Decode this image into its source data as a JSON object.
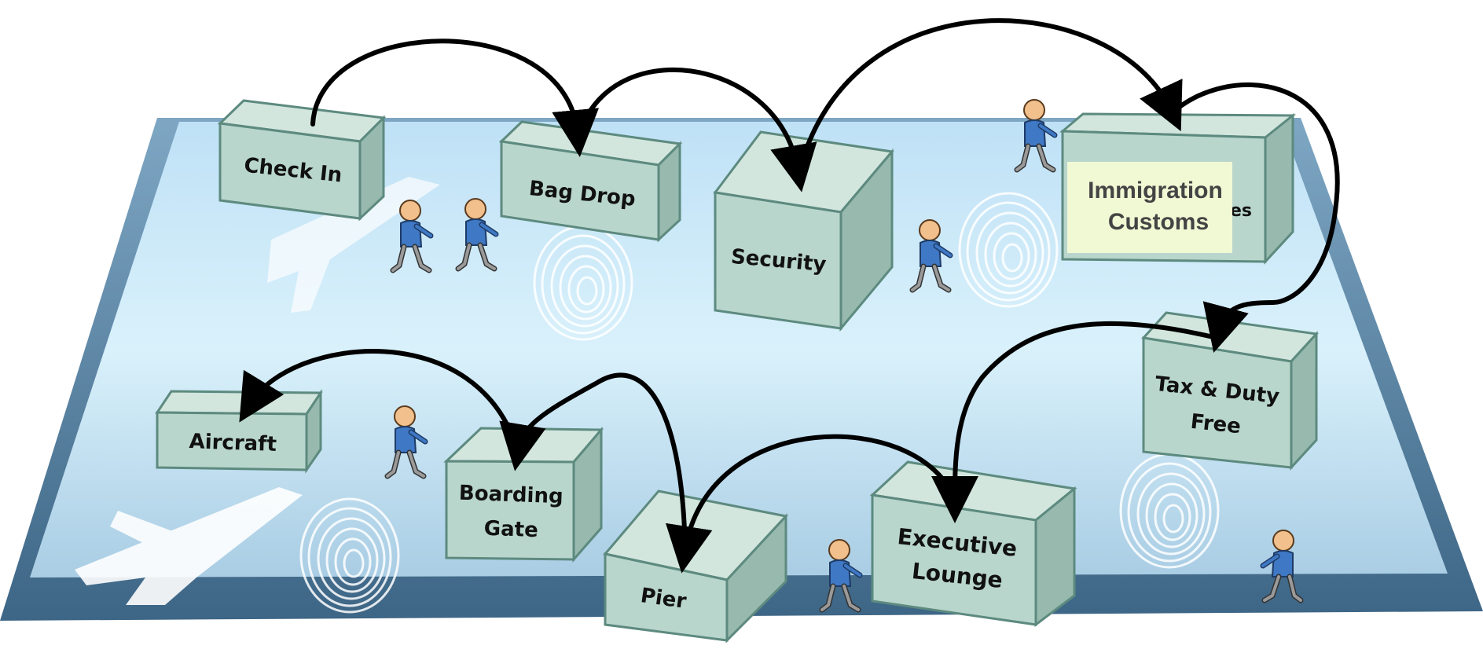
{
  "stations": {
    "check_in": "Check In",
    "bag_drop": "Bag Drop",
    "security": "Security",
    "immigration_underlying_fragment": "es",
    "tax_duty_free": [
      "Tax & Duty",
      "Free"
    ],
    "aircraft": "Aircraft",
    "boarding_gate": [
      "Boarding",
      "Gate"
    ],
    "pier": "Pier",
    "executive_lounge": [
      "Executive",
      "Lounge"
    ]
  },
  "overlay": {
    "line1": "Immigration",
    "line2": "Customs",
    "background": "#f1f8d4"
  },
  "colors": {
    "floor_top": "#cfeaf7",
    "floor_edge": "#7aa9c9",
    "box_front": "#b9d6cc",
    "box_top": "#d2e6de",
    "box_side": "#98b9ae",
    "box_stroke": "#5d8a7f",
    "person_body": "#3f78c4",
    "person_head": "#f2c08c",
    "arrow": "#000000"
  },
  "icons": [
    "walking-person-icon",
    "fingerprint-icon",
    "airplane-silhouette-icon"
  ]
}
